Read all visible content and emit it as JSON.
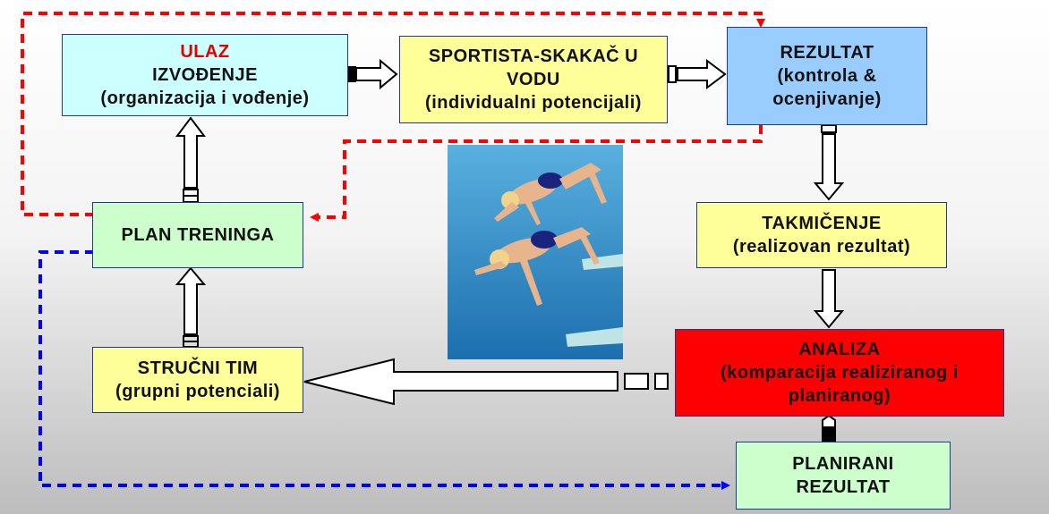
{
  "boxes": {
    "ulaz": {
      "line1": "ULAZ",
      "line2": "IZVOĐENJE",
      "line3": "(organizacija i vođenje)",
      "color": "#ccffff"
    },
    "sportista": {
      "line1": "SPORTISTA-SKAKAČ U",
      "line2": "VODU",
      "line3": "(individualni potencijali)",
      "color": "#ffff99"
    },
    "rezultat": {
      "line1": "REZULTAT",
      "line2": "(kontrola &",
      "line3": "ocenjivanje)",
      "color": "#99ccff"
    },
    "plan": {
      "line1": "PLAN TRENINGA",
      "color": "#ccffcc"
    },
    "takmicenje": {
      "line1": "TAKMIČENJE",
      "line2": "(realizovan rezultat)",
      "color": "#ffff99"
    },
    "strucni": {
      "line1": "STRUČNI TIM",
      "line2": "(grupni potenciali)",
      "color": "#ffff99"
    },
    "analiza": {
      "line1": "ANALIZA",
      "line2": "(komparacija realiziranog i",
      "line3": "planiranog)",
      "color": "#ff0000"
    },
    "planirani": {
      "line1": "PLANIRANI",
      "line2": "REZULTAT",
      "color": "#ccffcc"
    }
  },
  "colors": {
    "red_dashed": "#ff0000",
    "blue_dashed": "#0000ff",
    "border": "#1f3a93"
  },
  "image": {
    "icon": "divers-photo"
  }
}
